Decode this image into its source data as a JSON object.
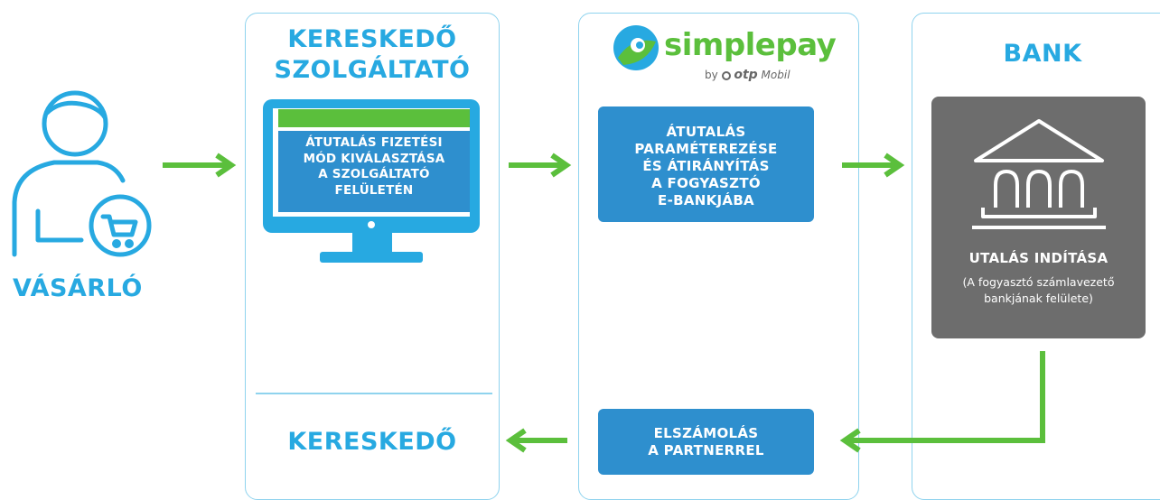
{
  "customer": {
    "label": "VÁSÁRLÓ",
    "icon": "shopper-cart-icon"
  },
  "merchant_panel": {
    "title_line1": "KERESKEDŐ",
    "title_line2": "SZOLGÁLTATÓ",
    "screen_text": [
      "ÁTUTALÁS FIZETÉSI",
      "MÓD KIVÁLASZTÁSA",
      "A SZOLGÁLTATÓ",
      "FELÜLETÉN"
    ],
    "bottom_label": "KERESKEDŐ"
  },
  "simplepay_panel": {
    "logo_word": "simplepay",
    "logo_by": "by",
    "logo_otp": "otp",
    "logo_mobil": "Mobil",
    "step_box": [
      "ÁTUTALÁS",
      "PARAMÉTEREZÉSE",
      "ÉS ÁTIRÁNYÍTÁS",
      "A FOGYASZTÓ",
      "E-BANKJÁBA"
    ],
    "settle_box": [
      "ELSZÁMOLÁS",
      "A PARTNERREL"
    ]
  },
  "bank_panel": {
    "title": "BANK",
    "box_title": "UTALÁS INDÍTÁSA",
    "box_sub": [
      "(A fogyasztó számlavezető",
      "bankjának felülete)"
    ]
  },
  "colors": {
    "cyan": "#27a9e1",
    "green": "#5bbf3c",
    "box_blue": "#2e8fce",
    "bank_gray": "#6d6d6d",
    "panel_border": "#8fd3ee"
  }
}
